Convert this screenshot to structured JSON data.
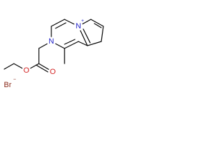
{
  "molecule": {
    "atoms": {
      "n_pyrazine": {
        "symbol": "N"
      },
      "n_plus": {
        "symbol": "N",
        "charge": "+"
      },
      "o_carbonyl": {
        "symbol": "O"
      },
      "o_ester": {
        "symbol": "O"
      }
    },
    "counterion": {
      "symbol": "Br",
      "charge": "−"
    }
  },
  "colors": {
    "bond": "#000000",
    "nitrogen": "#2323c8",
    "oxygen": "#d21e1e",
    "bromine": "#8a2a1a"
  }
}
